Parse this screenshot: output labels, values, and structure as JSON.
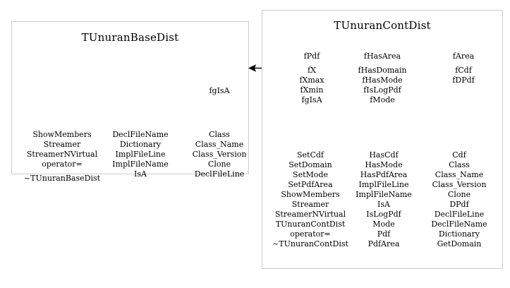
{
  "diagram": {
    "type": "uml-class-inheritance",
    "colors": {
      "attribute": "#ffcccc",
      "method_derived": "#ccffcc",
      "method_base": "#808080",
      "panel_border": "#cccccc",
      "background": "#ffffff",
      "text": "#000000"
    },
    "relation": {
      "name": "inheritance",
      "from": "TUnuranContDist",
      "to": "TUnuranBaseDist",
      "arrow": "left-arrow"
    }
  },
  "base_class": {
    "title": "TUnuranBaseDist",
    "attributes": {
      "columns": [
        {
          "groups": []
        },
        {
          "groups": []
        },
        {
          "groups": [
            {
              "color": "pink",
              "items": [
                "fgIsA"
              ]
            }
          ]
        }
      ]
    },
    "methods": {
      "columns": [
        {
          "groups": [
            {
              "color": "gray",
              "items": [
                "ShowMembers",
                "Streamer",
                "StreamerNVirtual",
                "operator="
              ]
            },
            {
              "color": "green",
              "items": [
                "~TUnuranBaseDist"
              ]
            }
          ]
        },
        {
          "groups": [
            {
              "color": "gray",
              "items": [
                "DeclFileName",
                "Dictionary",
                "ImplFileLine",
                "ImplFileName",
                "IsA"
              ]
            }
          ]
        },
        {
          "groups": [
            {
              "color": "gray",
              "items": [
                "Class",
                "Class_Name",
                "Class_Version",
                "Clone",
                "DeclFileLine"
              ]
            }
          ]
        }
      ]
    }
  },
  "derived_class": {
    "title": "TUnuranContDist",
    "attributes": {
      "columns": [
        {
          "groups": [
            {
              "color": "pink",
              "items": [
                "fPdf"
              ]
            },
            {
              "color": "pink",
              "items": [
                "fX",
                "fXmax",
                "fXmin",
                "fgIsA"
              ]
            }
          ]
        },
        {
          "groups": [
            {
              "color": "pink",
              "items": [
                "fHasArea"
              ]
            },
            {
              "color": "pink",
              "items": [
                "fHasDomain",
                "fHasMode",
                "fIsLogPdf",
                "fMode"
              ]
            }
          ]
        },
        {
          "groups": [
            {
              "color": "pink",
              "items": [
                "fArea"
              ]
            },
            {
              "color": "pink",
              "items": [
                "fCdf",
                "fDPdf"
              ]
            }
          ]
        }
      ]
    },
    "methods": {
      "columns": [
        {
          "groups": [
            {
              "color": "green",
              "items": [
                "SetCdf",
                "SetDomain",
                "SetMode",
                "SetPdfArea",
                "ShowMembers",
                "Streamer",
                "StreamerNVirtual",
                "TUnuranContDist",
                "operator=",
                "~TUnuranContDist"
              ]
            }
          ]
        },
        {
          "groups": [
            {
              "color": "green",
              "items": [
                "HasCdf",
                "HasMode",
                "HasPdfArea",
                "ImplFileLine",
                "ImplFileName",
                "IsA",
                "IsLogPdf",
                "Mode",
                "Pdf",
                "PdfArea"
              ]
            }
          ]
        },
        {
          "groups": [
            {
              "color": "green",
              "items": [
                "Cdf",
                "Class",
                "Class_Name",
                "Class_Version",
                "Clone",
                "DPdf",
                "DeclFileLine",
                "DeclFileName",
                "Dictionary",
                "GetDomain"
              ]
            }
          ]
        }
      ]
    }
  }
}
